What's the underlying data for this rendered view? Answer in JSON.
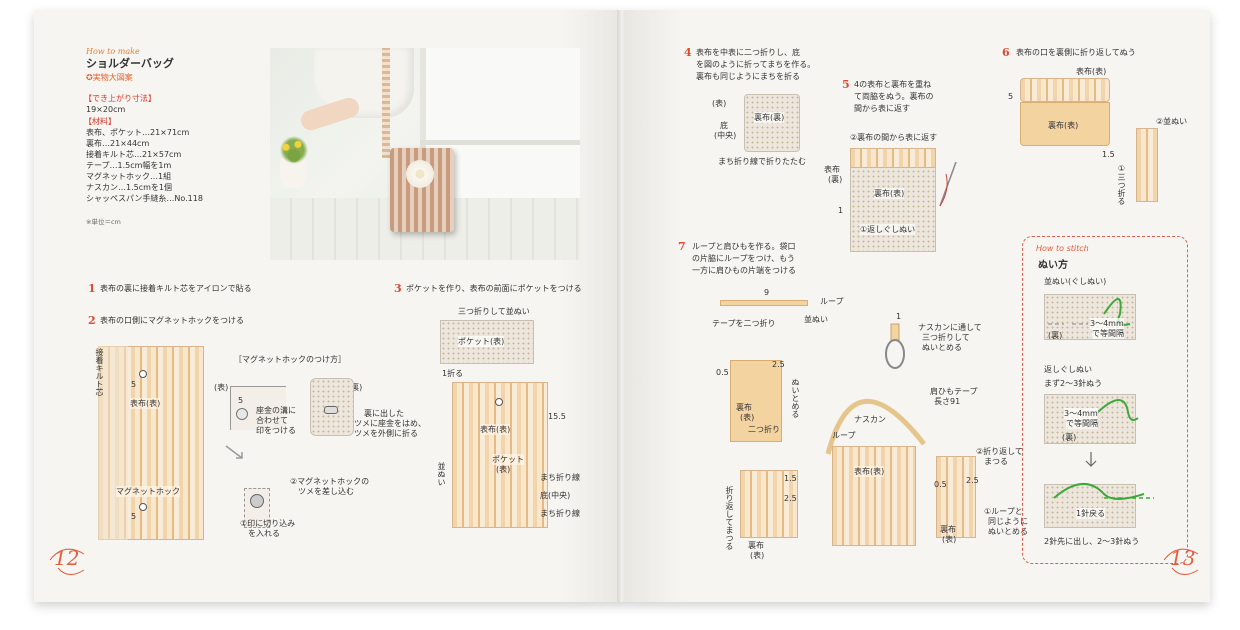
{
  "left_page": {
    "how_to_make": "How to make",
    "title": "ショルダーバッグ",
    "pattern": "✪実物大図案",
    "size_heading": "【でき上がり寸法】",
    "size": "19×20cm",
    "materials_heading": "【材料】",
    "materials": [
      "表布、ポケット…21×71cm",
      "裏布…21×44cm",
      "接着キルト芯…21×57cm",
      "テープ…1.5cm幅を1m",
      "マグネットホック…1組",
      "ナスカン…1.5cmを1個",
      "シャッペスパン手縫糸…No.118"
    ],
    "unit": "※単位＝cm",
    "steps": [
      {
        "n": "1",
        "text": "表布の裏に接着キルト芯をアイロンで貼る"
      },
      {
        "n": "2",
        "text": "表布の口側にマグネットホックをつける"
      },
      {
        "n": "3",
        "text": "ポケットを作り、表布の前面にポケットをつける"
      }
    ],
    "fig2": {
      "tape_label": "接着キルト芯",
      "omote": "表布(表)",
      "hook": "マグネットホック",
      "five_a": "5",
      "five_b": "5",
      "bracket": "［マグネットホックのつけ方］",
      "omote_small": "(表)",
      "five_c": "5",
      "mark_text1": "座金の溝に",
      "mark_text2": "合わせて",
      "mark_text3": "印をつける",
      "ura_small": "(裏)",
      "bend1": "裏に出した",
      "bend2": "ツメに座金をはめ、",
      "bend3": "ツメを外側に折る",
      "step_b1": "②マグネットホックの",
      "step_b2": "ツメを差し込む",
      "step_a1": "①印に切り込み",
      "step_a2": "を入れる"
    },
    "fig3": {
      "fold3": "三つ折りして並ぬい",
      "pocket": "ポケット(表)",
      "fold1": "1折る",
      "dim": "15.5",
      "namiui": "並ぬい",
      "pocket2": "ポケット",
      "pocket2b": "(表)",
      "omote": "表布(表)",
      "machi1": "まち折り線",
      "soko": "底(中央)",
      "machi2": "まち折り線"
    },
    "page_no": "12"
  },
  "right_page": {
    "step4_num": "4",
    "step4": [
      "表布を中表に二つ折りし、底",
      "を図のように折ってまちを作る。",
      "裏布も同じようにまちを折る"
    ],
    "fig4": {
      "omote": "(表)",
      "ura": "裏布(裏)",
      "soko": "底",
      "chuo": "(中央)",
      "machi": "まち折り線で折りたたむ"
    },
    "step5_num": "5",
    "step5": [
      "4の表布と裏布を重ね",
      "て両脇をぬう。裏布の",
      "間から表に返す"
    ],
    "fig5": {
      "return": "②裏布の間から表に返す",
      "omote": "表布",
      "omote2": "(裏)",
      "ura": "裏布(表)",
      "backstitch": "①返しぐしぬい",
      "one": "1"
    },
    "step6_num": "6",
    "step6": "表布の口を裏側に折り返してぬう",
    "fig6": {
      "omote": "表布(表)",
      "ura": "裏布(表)",
      "five": "5",
      "namiui": "②並ぬい",
      "onefive": "1.5",
      "mitsu": "①三つ折る"
    },
    "step7_num": "7",
    "step7": [
      "ループと肩ひもを作る。袋口",
      "の片脇にループをつけ、もう",
      "一方に肩ひもの片端をつける"
    ],
    "fig7": {
      "nine": "9",
      "loop": "ループ",
      "tape_fold": "テープを二つ折り",
      "namiui": "並ぬい",
      "zero5": "0.5",
      "two5": "2.5",
      "nui_tome": "ぬいとめる",
      "ura": "裏布",
      "ura2": "(表)",
      "futatsu": "二つ折り",
      "one": "1",
      "nasukan1": "ナスカンに通して",
      "nasukan2": "三つ折りして",
      "nasukan3": "ぬいとめる",
      "strap1": "肩ひもテープ",
      "strap2": "長さ91",
      "nasukan": "ナスカン",
      "loop2": "ループ",
      "omote": "表布(表)",
      "fold_back": "折り返してまつる",
      "one5": "1.5",
      "two5b": "2.5",
      "ura3": "裏布",
      "ura4": "(表)",
      "r_fold1": "②折り返して",
      "r_fold2": "まつる",
      "r_zero5": "0.5",
      "r_two5": "2.5",
      "r_loop1": "①ループと",
      "r_loop2": "同じように",
      "r_loop3": "ぬいとめる",
      "r_ura": "裏布",
      "r_ura2": "(表)"
    },
    "stitch": {
      "how": "How to stitch",
      "title": "ぬい方",
      "s1": "並ぬい(ぐしぬい)",
      "s1_d1": "3〜4mm",
      "s1_d2": "で等間隔",
      "s1_ura": "(裏)",
      "s2": "返しぐしぬい",
      "s2_b": "まず2〜3針ぬう",
      "s2_d1": "3〜4mm",
      "s2_d2": "で等間隔",
      "s2_ura": "(裏)",
      "s3": "1針戻る",
      "s3_b": "2針先に出し、2〜3針ぬう"
    },
    "page_no": "13"
  },
  "colors": {
    "accent": "#e04a33",
    "fabric": "#f2d4aa",
    "dash": "#e06050",
    "green": "#3fa83a"
  }
}
